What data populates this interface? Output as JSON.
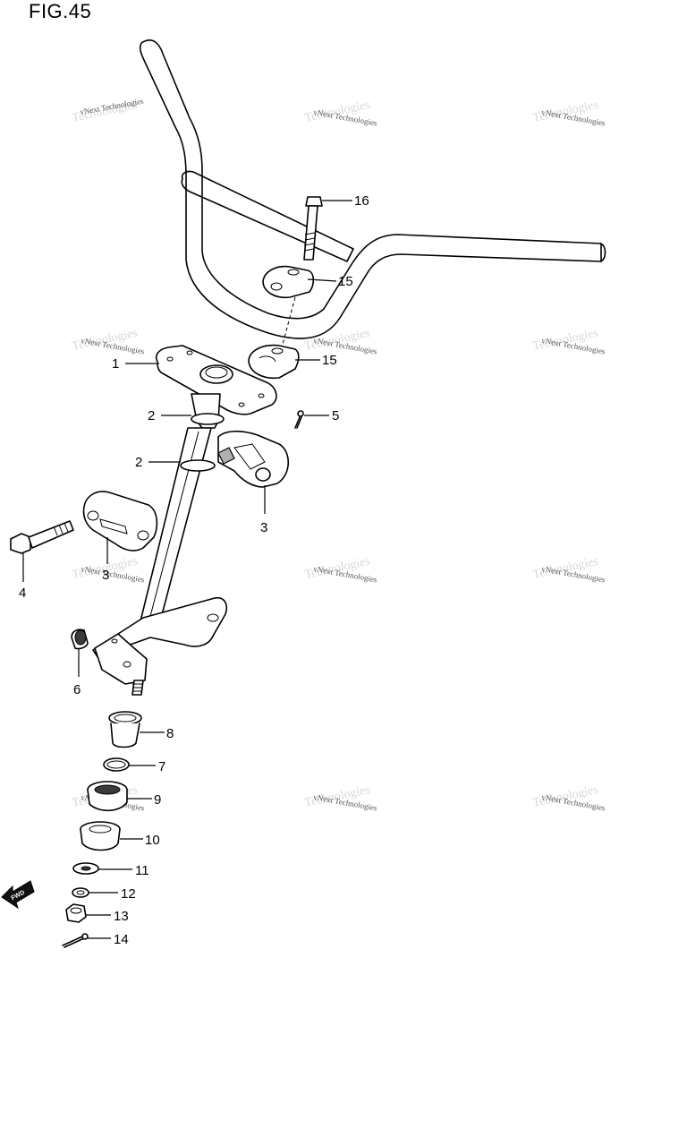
{
  "figure": {
    "title": "FIG.45"
  },
  "watermark": {
    "line1": "vNext Technologies",
    "ghost": "Technologies"
  },
  "fwd_label": "FWD",
  "callouts": [
    {
      "id": "1",
      "label": "1"
    },
    {
      "id": "2a",
      "label": "2"
    },
    {
      "id": "2b",
      "label": "2"
    },
    {
      "id": "3a",
      "label": "3"
    },
    {
      "id": "3b",
      "label": "3"
    },
    {
      "id": "4",
      "label": "4"
    },
    {
      "id": "5",
      "label": "5"
    },
    {
      "id": "6",
      "label": "6"
    },
    {
      "id": "7",
      "label": "7"
    },
    {
      "id": "8",
      "label": "8"
    },
    {
      "id": "9",
      "label": "9"
    },
    {
      "id": "10",
      "label": "10"
    },
    {
      "id": "11",
      "label": "11"
    },
    {
      "id": "12",
      "label": "12"
    },
    {
      "id": "13",
      "label": "13"
    },
    {
      "id": "14",
      "label": "14"
    },
    {
      "id": "15a",
      "label": "15"
    },
    {
      "id": "15b",
      "label": "15"
    },
    {
      "id": "16",
      "label": "16"
    }
  ]
}
